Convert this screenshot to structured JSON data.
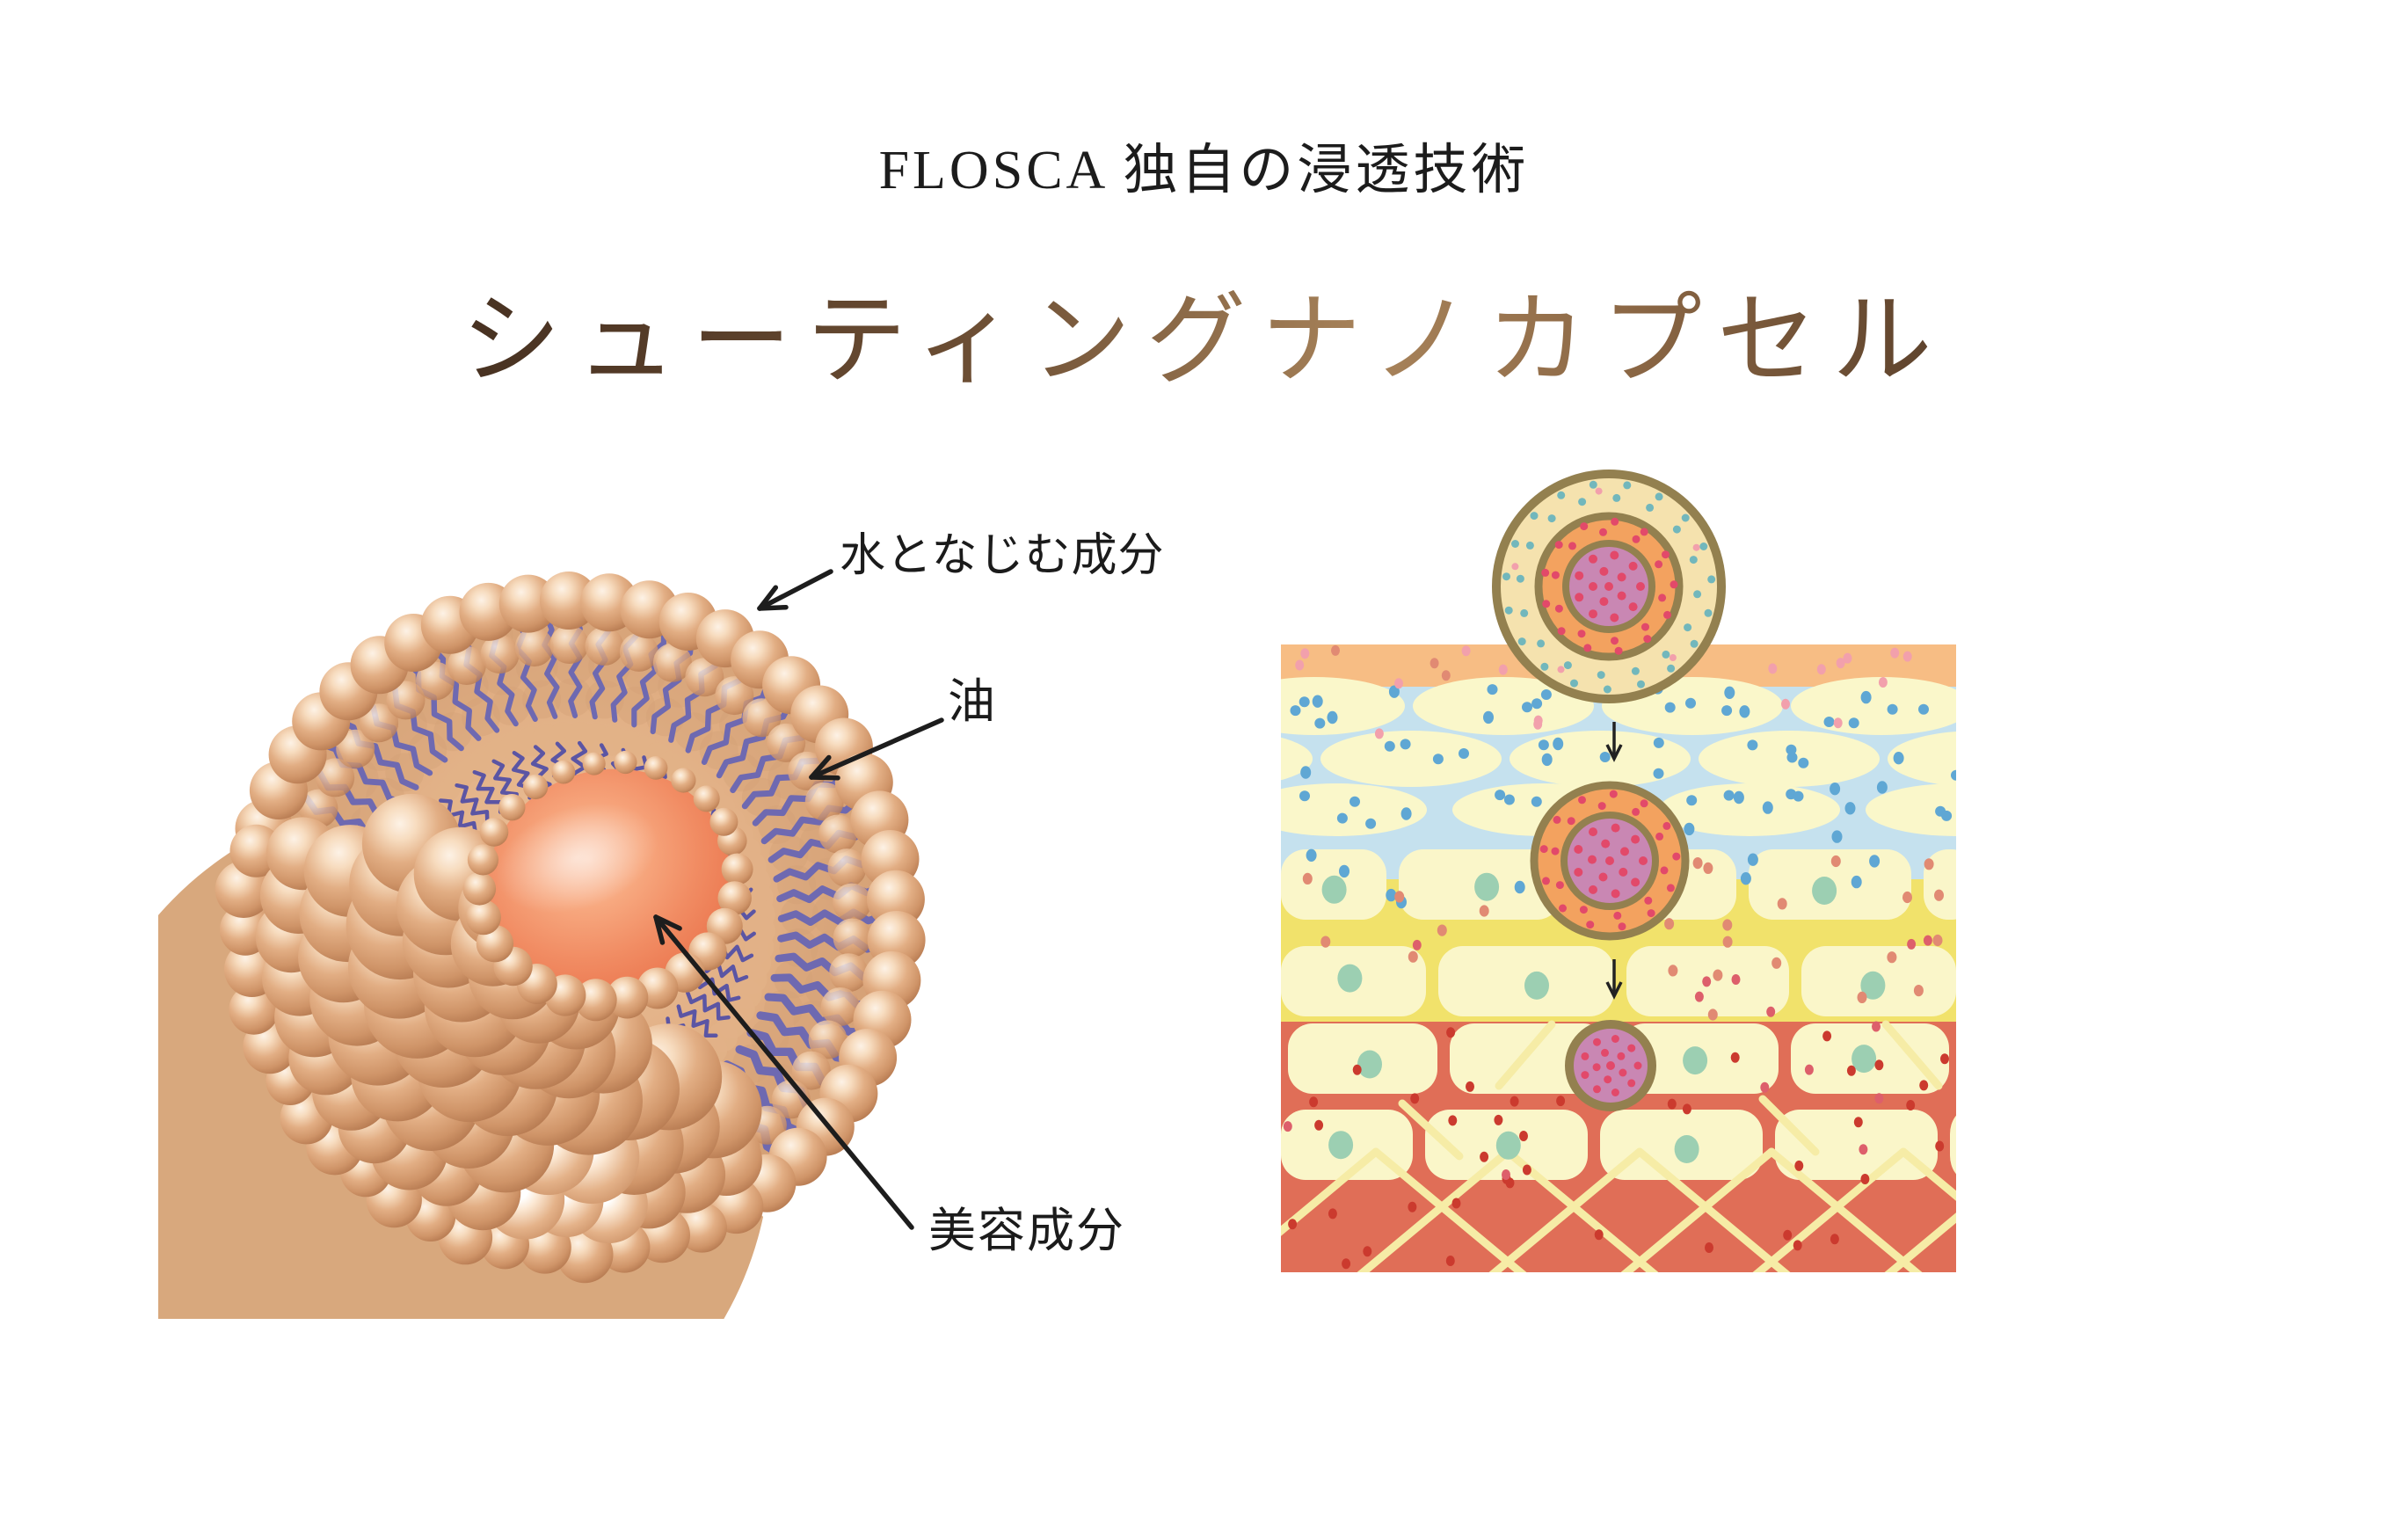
{
  "header": {
    "subtitle": "FLOSCA 独自の浸透技術",
    "title": "シューティングナノカプセル",
    "title_gradient": [
      "#30221a",
      "#6b4d33",
      "#a8835a",
      "#241810"
    ]
  },
  "liposome": {
    "labels": {
      "hydrophilic": "水となじむ成分",
      "oil": "油",
      "beauty": "美容成分"
    },
    "colors": {
      "bead_light": "#fdf2e6",
      "bead_mid": "#e2ae84",
      "bead_dark": "#b57950",
      "cut_face": "#d9a478",
      "tail": "#6e69b1",
      "squiggle": "#5b55a4",
      "core_light": "#fbc9ad",
      "core_dark": "#e7734e",
      "label_text": "#1b1b1b",
      "arrow": "#1d1d1d"
    }
  },
  "skin": {
    "colors": {
      "stratum_corneum": "#f7bd84",
      "epidermis_blue": "#c5e1ee",
      "granular_yellow": "#f1e26b",
      "dermis_red": "#e06e57",
      "cell_cream": "#faf6c9",
      "oval_cream": "#faf7ca",
      "nucleus_teal": "#9ccfb2",
      "collagen": "#f6eca6",
      "dot_blue": "#5fa7d4",
      "dot_pink": "#f2a0ac",
      "dot_salmon": "#e18a73",
      "dot_crimson": "#e2496a",
      "dot_darkred": "#cb3a2e",
      "capsule_ring": "#93804f",
      "capsule_cream": "#f5e2ae",
      "capsule_orange": "#f3a25f",
      "capsule_pink": "#c987b3",
      "capsule_dot_teal": "#72b7bc",
      "arrow": "#222222"
    }
  }
}
